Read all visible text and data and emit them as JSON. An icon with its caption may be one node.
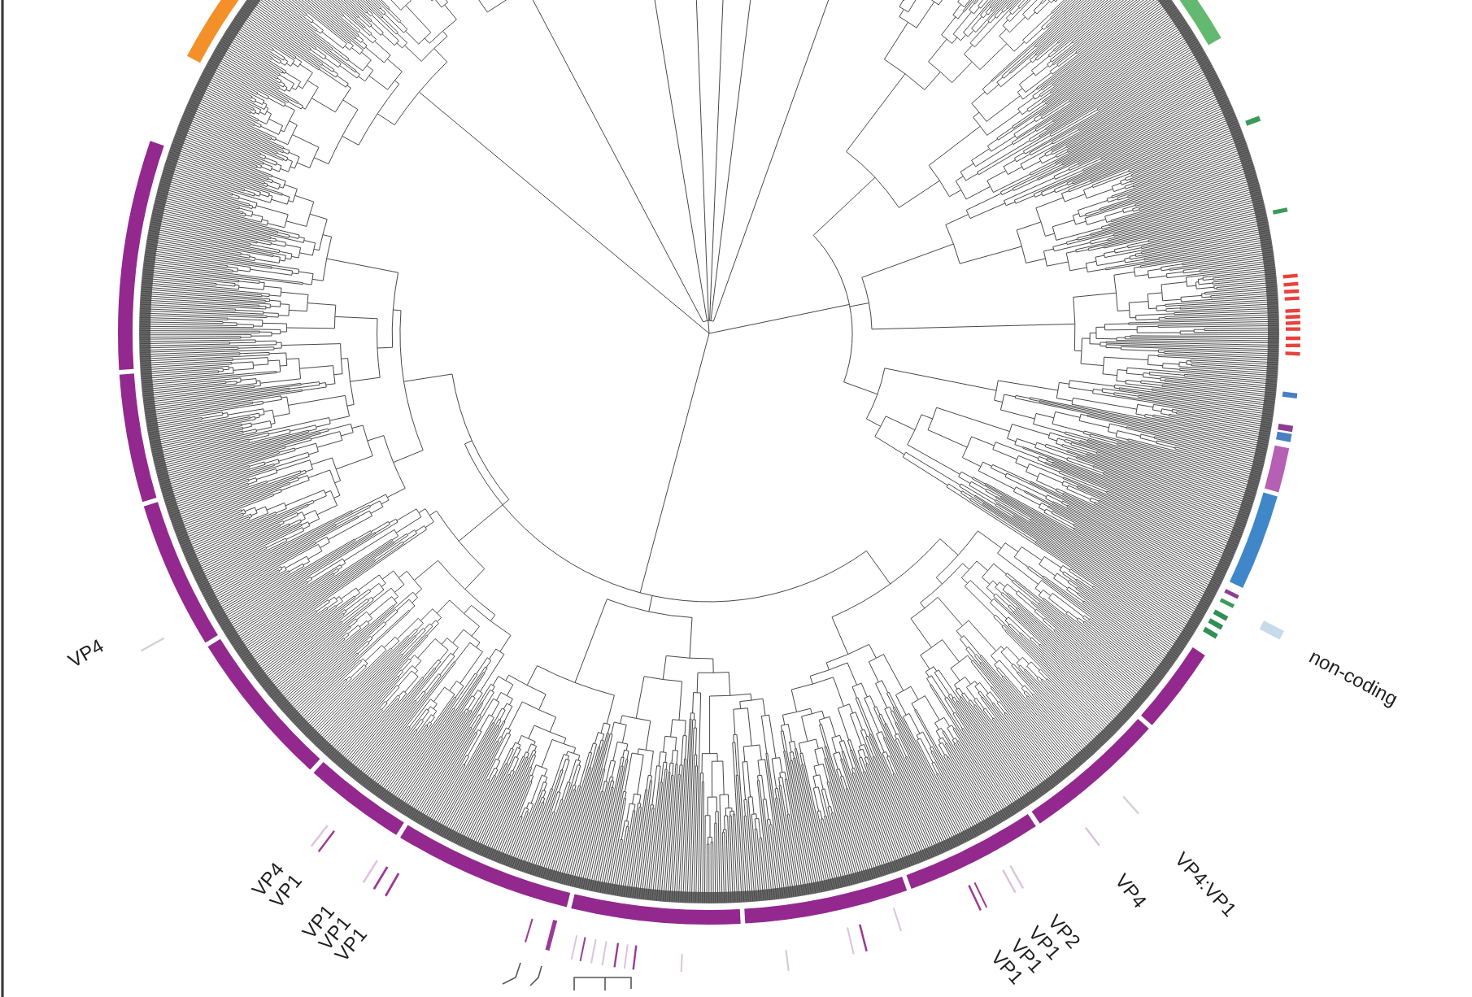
{
  "diagram": {
    "labels": [
      "VP4",
      "non-coding",
      "VP4",
      "VP1",
      "VP4",
      "VP4:VP1",
      "VP1",
      "VP1",
      "VP1",
      "VP1",
      "VP1",
      "VP1",
      "VP2"
    ]
  }
}
